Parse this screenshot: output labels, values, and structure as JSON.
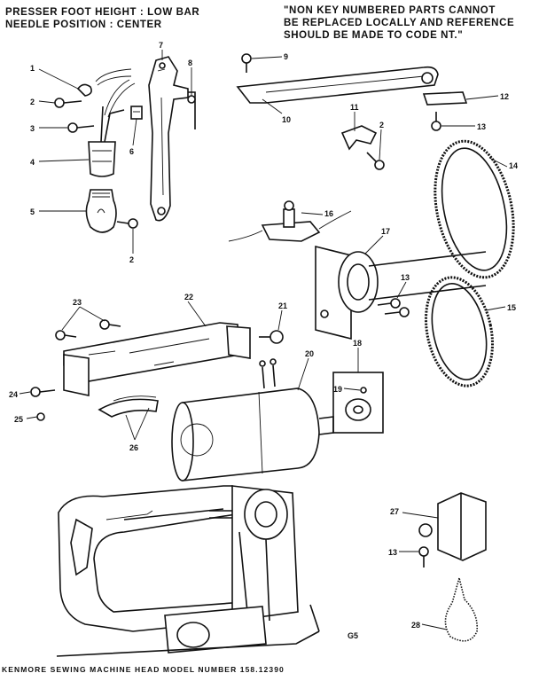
{
  "header": {
    "presser_foot": "PRESSER FOOT HEIGHT : LOW BAR",
    "needle_position": "NEEDLE POSITION : CENTER"
  },
  "note": {
    "line1": "\"NON KEY NUMBERED PARTS CANNOT",
    "line2": "BE REPLACED LOCALLY AND REFERENCE",
    "line3": "SHOULD BE MADE TO CODE NT.\""
  },
  "callouts": [
    "1",
    "2",
    "3",
    "4",
    "5",
    "6",
    "7",
    "8",
    "2",
    "9",
    "10",
    "11",
    "2",
    "12",
    "13",
    "14",
    "16",
    "17",
    "13",
    "15",
    "23",
    "22",
    "21",
    "18",
    "19",
    "20",
    "24",
    "25",
    "26",
    "27",
    "13",
    "28"
  ],
  "drawing_code": "G5",
  "footer": "KENMORE SEWING MACHINE HEAD MODEL NUMBER 158.12390"
}
